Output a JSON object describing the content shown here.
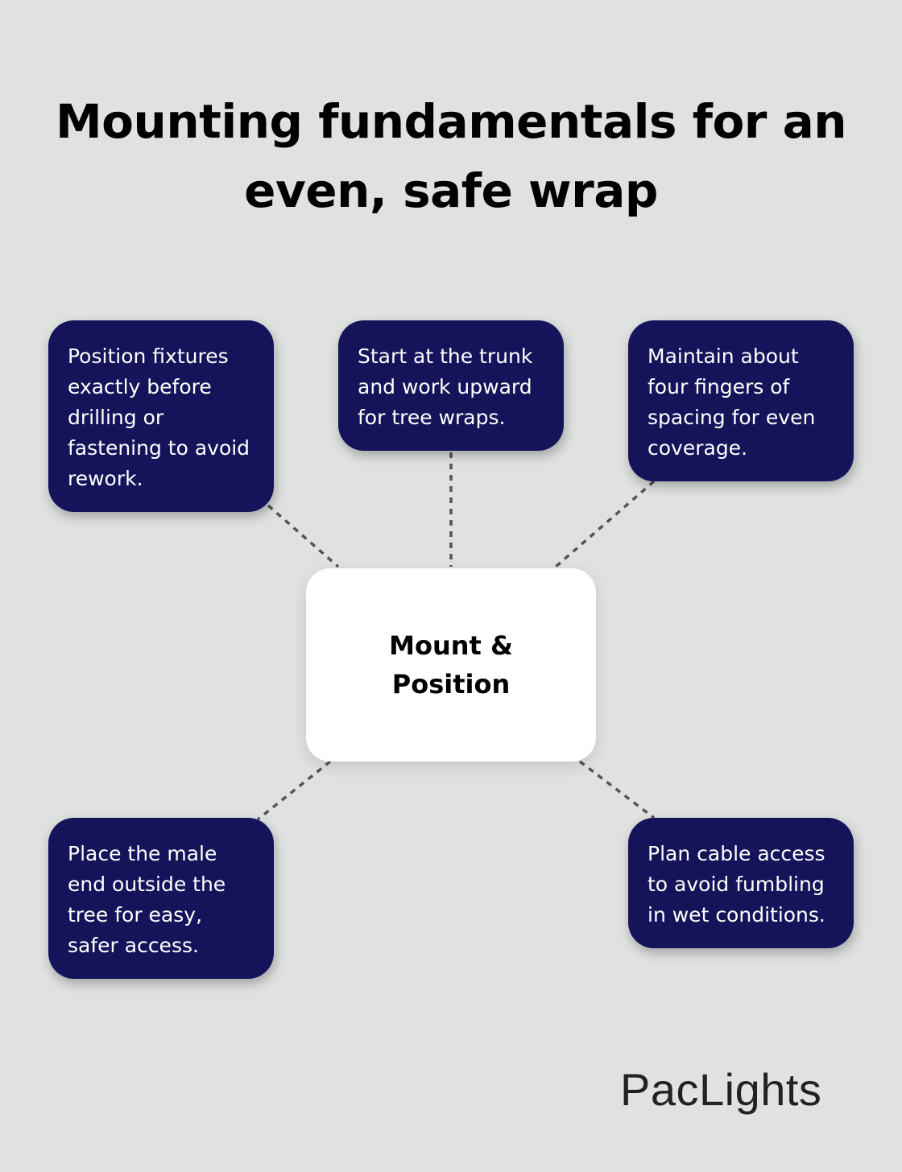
{
  "title": "Mounting fundamentals for an even, safe wrap",
  "center": {
    "label": "Mount & Position"
  },
  "nodes": [
    {
      "text": "Position fixtures exactly before drilling or fastening to avoid rework."
    },
    {
      "text": "Start at the trunk and work upward for tree wraps."
    },
    {
      "text": "Maintain about four fingers of spacing for even coverage."
    },
    {
      "text": "Place the male end outside the tree for easy, safer access."
    },
    {
      "text": "Plan cable access to avoid fumbling in wet conditions."
    }
  ],
  "logo": "PacLights",
  "colors": {
    "background": "#e0e2e1",
    "node_fill": "#15145a",
    "center_fill": "#ffffff",
    "connector": "#555555"
  }
}
